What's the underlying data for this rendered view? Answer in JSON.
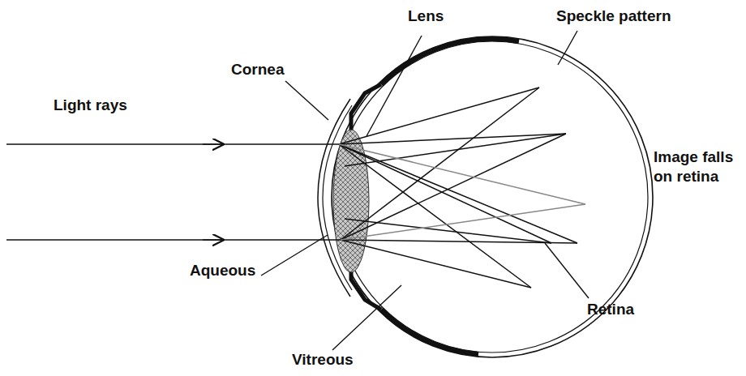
{
  "diagram": {
    "labels": [
      "Lens",
      "Speckle pattern",
      "Cornea",
      "Light rays",
      "Image falls on retina",
      "Aqueous",
      "Retina",
      "Vitreous"
    ]
  }
}
